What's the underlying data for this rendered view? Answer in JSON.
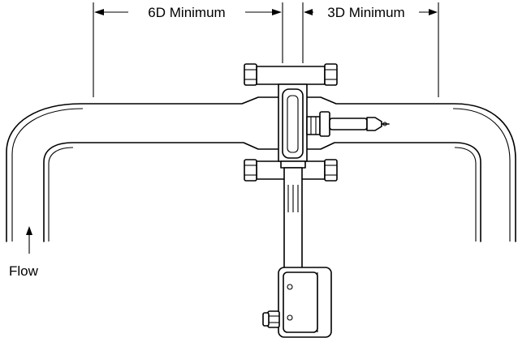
{
  "labels": {
    "upstream": "6D Minimum",
    "downstream": "3D Minimum",
    "flow": "Flow"
  },
  "colors": {
    "line": "#000000",
    "background": "#ffffff"
  }
}
